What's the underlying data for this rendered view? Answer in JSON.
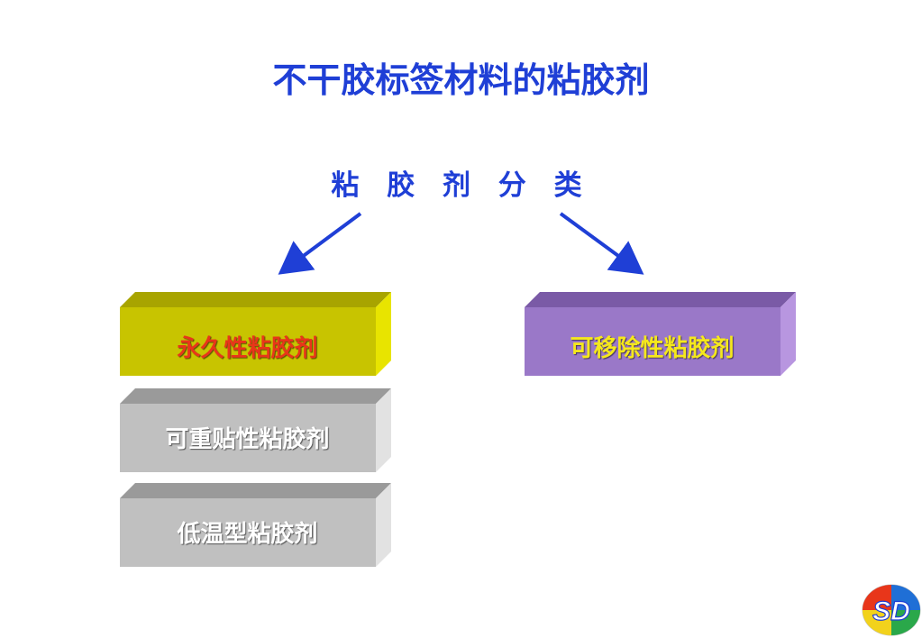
{
  "title": "不干胶标签材料的粘胶剂",
  "subtitle": "粘 胶 剂 分 类",
  "colors": {
    "title": "#1f3fd6",
    "arrow": "#1f3fd6",
    "yellow_face": "#c8c400",
    "purple_face": "#9a78c8",
    "gray_face": "#c0c0c0"
  },
  "boxes": [
    {
      "label": "永久性粘胶剂",
      "text_color": "#e8361a"
    },
    {
      "label": "可重贴性粘胶剂",
      "text_color": "#ffffff"
    },
    {
      "label": "低温型粘胶剂",
      "text_color": "#ffffff"
    },
    {
      "label": "可移除性粘胶剂",
      "text_color": "#f5e81c"
    }
  ],
  "logo": {
    "text": "SD"
  }
}
